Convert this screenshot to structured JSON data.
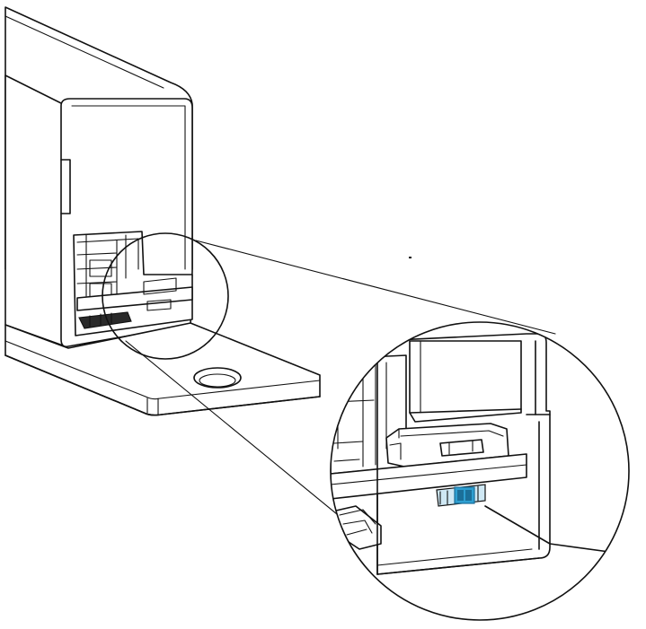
{
  "figure": {
    "kind": "technical line illustration",
    "subject": "housing-with-mounting-flange",
    "callout": "detail-magnifier",
    "colors": {
      "line": "#111111",
      "background": "#ffffff",
      "highlight": "#2e9fd1",
      "highlight_dark": "#1b6f99"
    },
    "icons": {
      "mounting_hole": "circle-hole-icon",
      "highlighted_part": "dip-switch-icon",
      "connectors": "terminal-connector-icon"
    }
  }
}
